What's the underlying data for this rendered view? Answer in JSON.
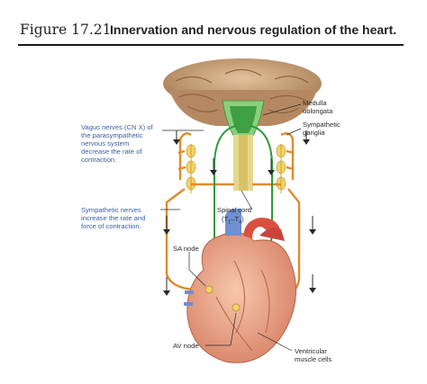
{
  "figure": {
    "number": "Figure 17.21",
    "title": "Innervation and nervous regulation of the heart."
  },
  "labels": {
    "medulla": "Medulla\noblongata",
    "sympathetic_ganglia": "Sympathetic\nganglia",
    "vagus": "Vagus nerves (CN X) of\nthe parasympathetic\nnervous system\ndecrease the rate of\ncontraction.",
    "sympathetic_nerves": "Sympathetic nerves\nincrease the rate and\nforce of contraction.",
    "spinal_cord": "Spinal cord",
    "spinal_segments": "(T",
    "sa_node": "SA node",
    "av_node": "AV node",
    "ventricular": "Ventricular\nmuscle cells"
  },
  "spinal_sub": {
    "a": "1",
    "dash": "–T",
    "b": "4",
    "close": ")"
  },
  "colors": {
    "parasympathetic": "#2e9a3a",
    "sympathetic": "#e08a2a",
    "label_blue": "#3a5fa8",
    "brain": "#c9a27a",
    "heart": "#e8a98c"
  }
}
